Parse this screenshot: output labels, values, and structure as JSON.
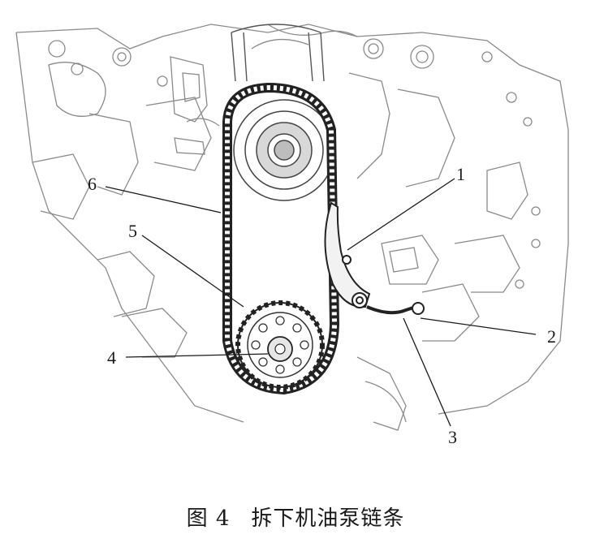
{
  "caption": {
    "figure_number": "图 4",
    "title": "拆下机油泵链条"
  },
  "callouts": [
    {
      "id": "1",
      "label": "1"
    },
    {
      "id": "2",
      "label": "2"
    },
    {
      "id": "3",
      "label": "3"
    },
    {
      "id": "4",
      "label": "4"
    },
    {
      "id": "5",
      "label": "5"
    },
    {
      "id": "6",
      "label": "6"
    }
  ],
  "colors": {
    "line": "#1a1a1a",
    "sketch": "#8a8a8a",
    "shade": "#d8d8d8",
    "chain": "#222222"
  }
}
